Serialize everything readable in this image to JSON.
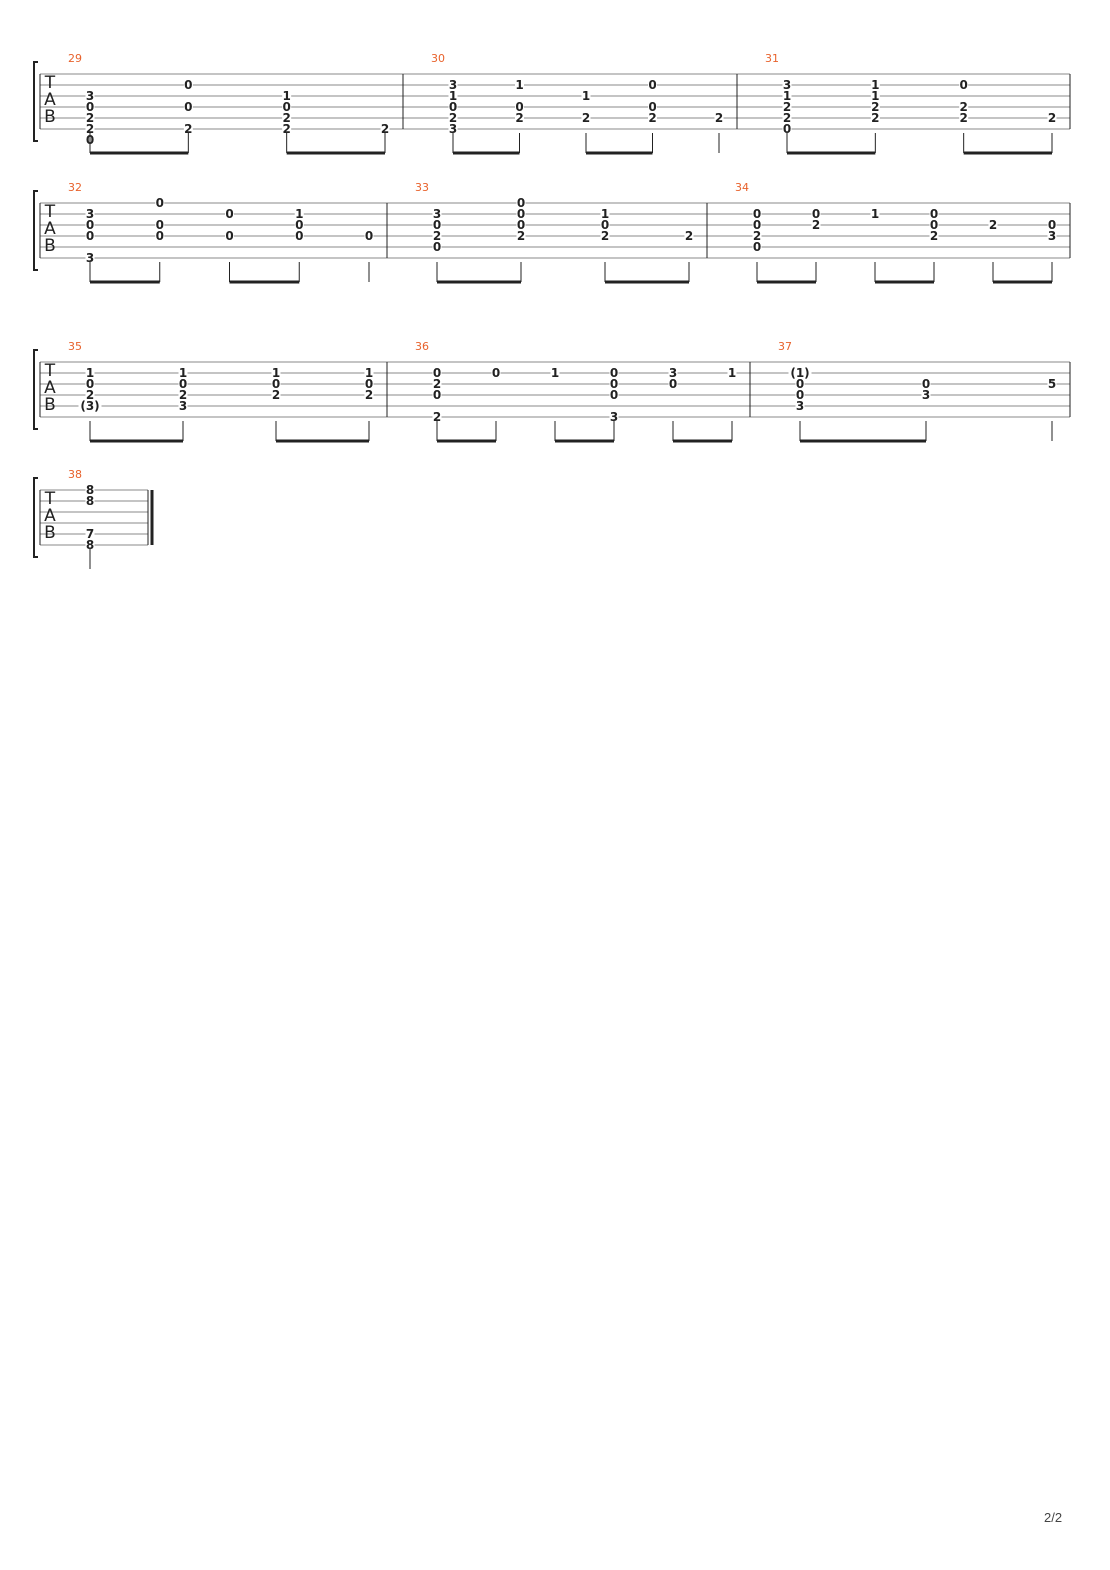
{
  "page": {
    "number": "2/2"
  },
  "tab_clef": [
    "T",
    "A",
    "B"
  ],
  "colors": {
    "measure_number": "#e8622c",
    "ink": "#222222",
    "staff_line": "#8a8a8a"
  },
  "measures": [
    {
      "number": "29",
      "notes": [
        {
          "s": 2,
          "f": "3"
        },
        {
          "s": 3,
          "f": "0"
        },
        {
          "s": 6,
          "f": "0"
        },
        {
          "s": 5,
          "f": "2"
        },
        {
          "s": 4,
          "f": "2"
        },
        {
          "s": 5,
          "f": "2"
        },
        {
          "s": 1,
          "f": "0"
        },
        {
          "s": 3,
          "f": "0"
        },
        {
          "s": 5,
          "f": "2"
        },
        {
          "s": 2,
          "f": "1"
        },
        {
          "s": 3,
          "f": "0"
        },
        {
          "s": 4,
          "f": "2"
        },
        {
          "s": 5,
          "f": "2"
        }
      ]
    },
    {
      "number": "30",
      "notes": [
        {
          "s": 1,
          "f": "3"
        },
        {
          "s": 2,
          "f": "1"
        },
        {
          "s": 3,
          "f": "0"
        },
        {
          "s": 4,
          "f": "2"
        },
        {
          "s": 5,
          "f": "3"
        },
        {
          "s": 4,
          "f": "2"
        },
        {
          "s": 3,
          "f": "0"
        },
        {
          "s": 1,
          "f": "1"
        },
        {
          "s": 4,
          "f": "2"
        },
        {
          "s": 2,
          "f": "1"
        },
        {
          "s": 4,
          "f": "2"
        },
        {
          "s": 1,
          "f": "0"
        },
        {
          "s": 3,
          "f": "0"
        },
        {
          "s": 4,
          "f": "2"
        }
      ]
    },
    {
      "number": "31",
      "notes": [
        {
          "s": 1,
          "f": "3"
        },
        {
          "s": 2,
          "f": "1"
        },
        {
          "s": 3,
          "f": "2"
        },
        {
          "s": 5,
          "f": "0"
        },
        {
          "s": 4,
          "f": "2"
        },
        {
          "s": 3,
          "f": "2"
        },
        {
          "s": 1,
          "f": "1"
        },
        {
          "s": 4,
          "f": "2"
        },
        {
          "s": 2,
          "f": "1"
        },
        {
          "s": 4,
          "f": "2"
        },
        {
          "s": 1,
          "f": "0"
        },
        {
          "s": 3,
          "f": "2"
        },
        {
          "s": 4,
          "f": "2"
        }
      ]
    },
    {
      "number": "32",
      "notes": [
        {
          "s": 1,
          "f": "3"
        },
        {
          "s": 2,
          "f": "0"
        },
        {
          "s": 3,
          "f": "0"
        },
        {
          "s": 5,
          "f": "3"
        },
        {
          "s": 3,
          "f": "0"
        },
        {
          "s": 2,
          "f": "0"
        },
        {
          "s": 0,
          "f": "0"
        },
        {
          "s": 3,
          "f": "0"
        },
        {
          "s": 1,
          "f": "0"
        },
        {
          "s": 3,
          "f": "0"
        },
        {
          "s": 1,
          "f": "1"
        },
        {
          "s": 2,
          "f": "0"
        },
        {
          "s": 3,
          "f": "0"
        }
      ]
    },
    {
      "number": "33",
      "notes": [
        {
          "s": 1,
          "f": "3"
        },
        {
          "s": 2,
          "f": "0"
        },
        {
          "s": 4,
          "f": "0"
        },
        {
          "s": 3,
          "f": "2"
        },
        {
          "s": 2,
          "f": "0"
        },
        {
          "s": 3,
          "f": "2"
        },
        {
          "s": 0,
          "f": "0"
        },
        {
          "s": 1,
          "f": "0"
        },
        {
          "s": 3,
          "f": "2"
        },
        {
          "s": 1,
          "f": "1"
        },
        {
          "s": 2,
          "f": "0"
        },
        {
          "s": 3,
          "f": "2"
        }
      ]
    },
    {
      "number": "34",
      "notes": [
        {
          "s": 1,
          "f": "0"
        },
        {
          "s": 2,
          "f": "0"
        },
        {
          "s": 4,
          "f": "0"
        },
        {
          "s": 3,
          "f": "2"
        },
        {
          "s": 2,
          "f": "2"
        },
        {
          "s": 1,
          "f": "0"
        },
        {
          "s": 1,
          "f": "1"
        },
        {
          "s": 1,
          "f": "0"
        },
        {
          "s": 3,
          "f": "2"
        },
        {
          "s": 2,
          "f": "0"
        },
        {
          "s": 2,
          "f": "2"
        },
        {
          "s": 2,
          "f": "0"
        },
        {
          "s": 3,
          "f": "3"
        }
      ]
    },
    {
      "number": "35",
      "notes": [
        {
          "s": 4,
          "f": "(3)"
        },
        {
          "s": 1,
          "f": "1"
        },
        {
          "s": 2,
          "f": "0"
        },
        {
          "s": 3,
          "f": "2"
        },
        {
          "s": 4,
          "f": "3"
        },
        {
          "s": 1,
          "f": "1"
        },
        {
          "s": 2,
          "f": "0"
        },
        {
          "s": 3,
          "f": "2"
        },
        {
          "s": 1,
          "f": "1"
        },
        {
          "s": 2,
          "f": "0"
        },
        {
          "s": 3,
          "f": "2"
        },
        {
          "s": 1,
          "f": "1"
        },
        {
          "s": 2,
          "f": "0"
        },
        {
          "s": 3,
          "f": "2"
        }
      ]
    },
    {
      "number": "36",
      "notes": [
        {
          "s": 1,
          "f": "0"
        },
        {
          "s": 2,
          "f": "2"
        },
        {
          "s": 3,
          "f": "0"
        },
        {
          "s": 5,
          "f": "2"
        },
        {
          "s": 1,
          "f": "0"
        },
        {
          "s": 1,
          "f": "1"
        },
        {
          "s": 1,
          "f": "0"
        },
        {
          "s": 2,
          "f": "0"
        },
        {
          "s": 3,
          "f": "0"
        },
        {
          "s": 5,
          "f": "3"
        },
        {
          "s": 2,
          "f": "0"
        },
        {
          "s": 1,
          "f": "3"
        },
        {
          "s": 1,
          "f": "1"
        }
      ]
    },
    {
      "number": "37",
      "notes": [
        {
          "s": 1,
          "f": "(1)"
        },
        {
          "s": 4,
          "f": "3"
        },
        {
          "s": 2,
          "f": "0"
        },
        {
          "s": 3,
          "f": "0"
        },
        {
          "s": 3,
          "f": "3"
        },
        {
          "s": 2,
          "f": "0"
        },
        {
          "s": 2,
          "f": "5"
        }
      ]
    },
    {
      "number": "38",
      "notes": [
        {
          "s": 0,
          "f": "8"
        },
        {
          "s": 1,
          "f": "8"
        },
        {
          "s": 4,
          "f": "7"
        },
        {
          "s": 5,
          "f": "8"
        }
      ]
    }
  ]
}
